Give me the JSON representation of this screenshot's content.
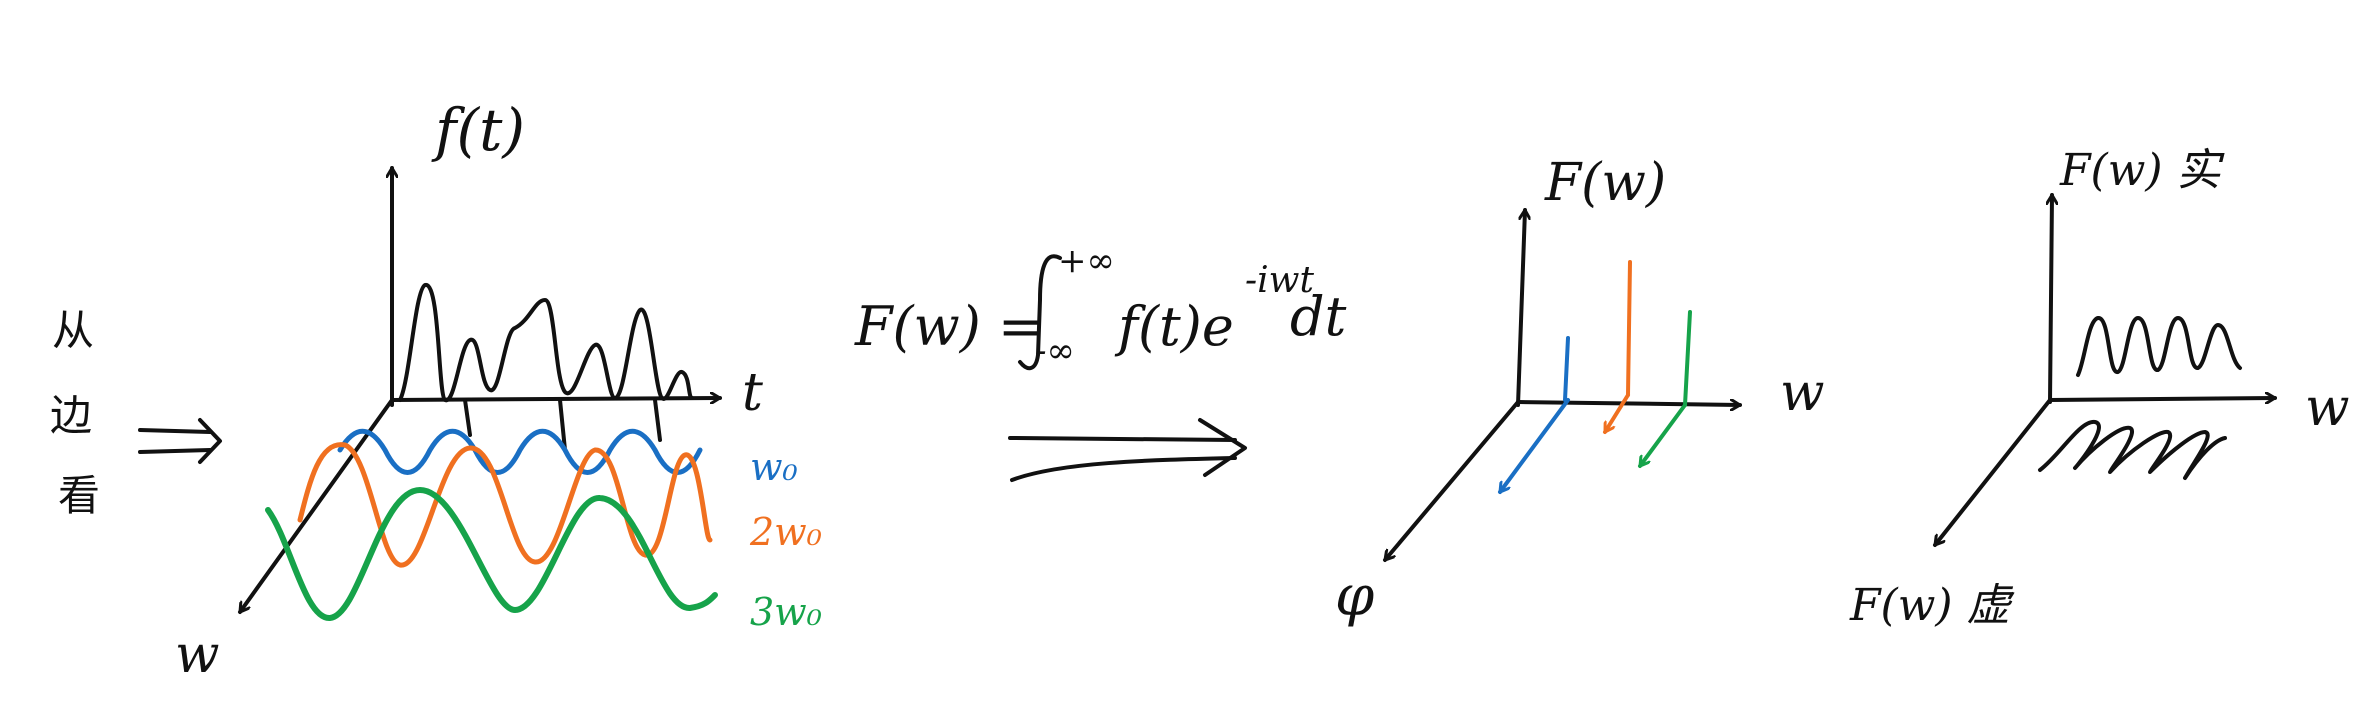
{
  "colors": {
    "ink": "#111111",
    "blue": "#1a6fc4",
    "orange": "#f07020",
    "green": "#16a34a"
  },
  "left_panel": {
    "side_note_chars": [
      "从",
      "边",
      "看"
    ],
    "arrow_glyph": "⟹",
    "axis_y_label": "f(t)",
    "axis_t_label": "t",
    "axis_w_label": "w",
    "wave_labels": [
      "w₀",
      "2w₀",
      "3w₀"
    ]
  },
  "formula": {
    "lhs": "F(w) =",
    "upper_limit": "+∞",
    "lower_limit": "-∞",
    "integrand": "f(t)e",
    "exponent": "-iwt",
    "differential": "dt"
  },
  "big_arrow_glyph": "⟹",
  "middle_panel": {
    "axis_y_label": "F(w)",
    "axis_w_label": "w",
    "axis_phi_label": "φ"
  },
  "right_panel": {
    "axis_y_label": "F(w) 实",
    "axis_w_label": "w",
    "axis_imag_label": "F(w) 虚"
  }
}
